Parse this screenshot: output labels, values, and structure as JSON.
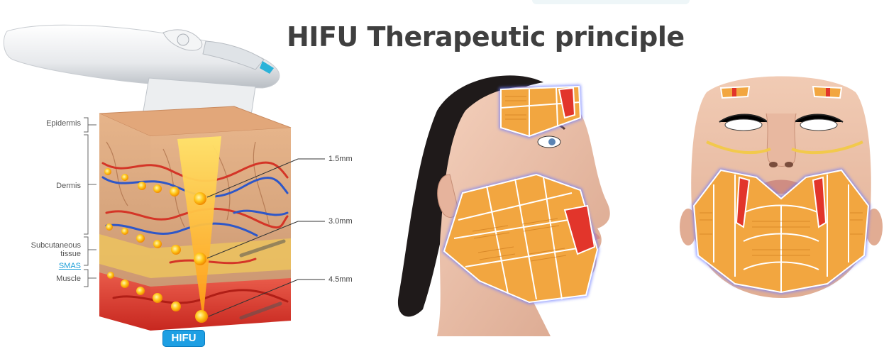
{
  "title": "HIFU Therapeutic principle",
  "diagram": {
    "layer_labels": {
      "epidermis": "Epidermis",
      "dermis": "Dermis",
      "subcutaneous_1": "Subcutaneous",
      "subcutaneous_2": "tissue",
      "smas": "SMAS",
      "muscle": "Muscle"
    },
    "depths": [
      "1.5mm",
      "3.0mm",
      "4.5mm"
    ],
    "device_label": "HIFU"
  },
  "colors": {
    "treatment_grid": "#f2a640",
    "grid_outline": "#ffffff",
    "grid_glow": "#6d7cff",
    "target_red": "#e2352b",
    "badge": "#1e9fe3"
  }
}
